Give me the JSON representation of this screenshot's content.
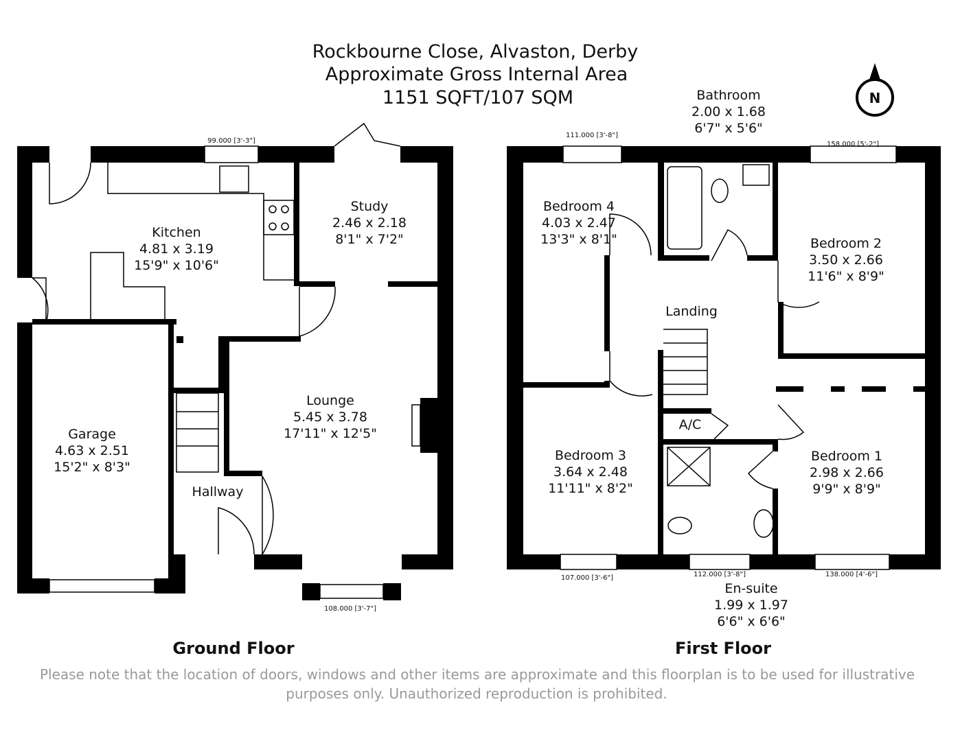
{
  "header": {
    "address": "Rockbourne Close, Alvaston, Derby",
    "area_title": "Approximate Gross Internal Area",
    "area_value": "1151 SQFT/107 SQM"
  },
  "compass": {
    "label": "N",
    "icon": "north-arrow-icon"
  },
  "ground_floor": {
    "title": "Ground Floor",
    "rooms": [
      {
        "name": "Kitchen",
        "metric": "4.81 x 3.19",
        "imperial": "15'9\" x 10'6\""
      },
      {
        "name": "Study",
        "metric": "2.46 x 2.18",
        "imperial": "8'1\" x 7'2\""
      },
      {
        "name": "Lounge",
        "metric": "5.45 x 3.78",
        "imperial": "17'11\" x 12'5\""
      },
      {
        "name": "Garage",
        "metric": "4.63 x 2.51",
        "imperial": "15'2\" x 8'3\""
      },
      {
        "name": "Hallway"
      }
    ],
    "windows": [
      "99.000 [3'-3\"]",
      "108.000 [3'-7\"]"
    ]
  },
  "first_floor": {
    "title": "First Floor",
    "rooms": [
      {
        "name": "Bathroom",
        "metric": "2.00 x 1.68",
        "imperial": "6'7\" x 5'6\""
      },
      {
        "name": "Bedroom 4",
        "metric": "4.03 x 2.47",
        "imperial": "13'3\" x 8'1\""
      },
      {
        "name": "Bedroom 2",
        "metric": "3.50 x 2.66",
        "imperial": "11'6\" x 8'9\""
      },
      {
        "name": "Bedroom 3",
        "metric": "3.64 x 2.48",
        "imperial": "11'11\" x 8'2\""
      },
      {
        "name": "Bedroom 1",
        "metric": "2.98 x 2.66",
        "imperial": "9'9\" x 8'9\""
      },
      {
        "name": "En-suite",
        "metric": "1.99 x 1.97",
        "imperial": "6'6\" x 6'6\""
      },
      {
        "name": "Landing"
      },
      {
        "name": "A/C"
      }
    ],
    "windows": [
      "111.000 [3'-8\"]",
      "158.000 [5'-2\"]",
      "107.000 [3'-6\"]",
      "112.000 [3'-8\"]",
      "138.000 [4'-6\"]"
    ]
  },
  "disclaimer": {
    "line1": "Please note that the location of doors, windows and other items are approximate and this floorplan is to be used for illustrative",
    "line2": "purposes only. Unauthorized reproduction is prohibited."
  }
}
